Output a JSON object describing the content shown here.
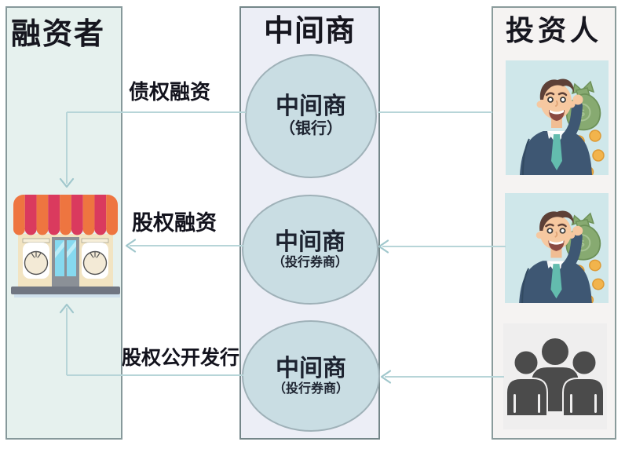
{
  "financier": {
    "title": "融资者",
    "icon": "shop-icon"
  },
  "intermediary": {
    "title": "中间商",
    "circles": [
      {
        "label": "中间商",
        "sublabel": "（银行）"
      },
      {
        "label": "中间商",
        "sublabel": "（投行券商）"
      },
      {
        "label": "中间商",
        "sublabel": "（投行券商）"
      }
    ]
  },
  "investor": {
    "title": "投资人",
    "images": [
      "investor-money-bag-icon",
      "investor-money-bag-icon",
      "crowd-icon"
    ],
    "money_symbol": "$"
  },
  "flows": [
    {
      "label": "债权融资",
      "from": "投资人",
      "via": "中间商（银行）",
      "to": "融资者"
    },
    {
      "label": "股权融资",
      "from": "投资人",
      "via": "中间商（投行券商）",
      "to": "融资者"
    },
    {
      "label": "股权公开发行",
      "from": "投资人",
      "via": "中间商（投行券商）",
      "to": "融资者"
    }
  ],
  "colors": {
    "connector_line": "#b7d5d8",
    "financier_panel_bg": "#e6f1ee",
    "intermediary_panel_bg": "#eceef6",
    "investor_panel_bg": "#f5f3f2",
    "circle_fill": "#c9dde3",
    "circle_border": "#9fb1b8",
    "panel_border": "#87999b",
    "awning_orange": "#ee7540",
    "awning_red": "#da3a5e",
    "money_bag_green": "#87aa71",
    "suit_navy": "#3e5773",
    "coin_gold": "#f2b44c",
    "crowd_gray": "#4b4b4b"
  }
}
